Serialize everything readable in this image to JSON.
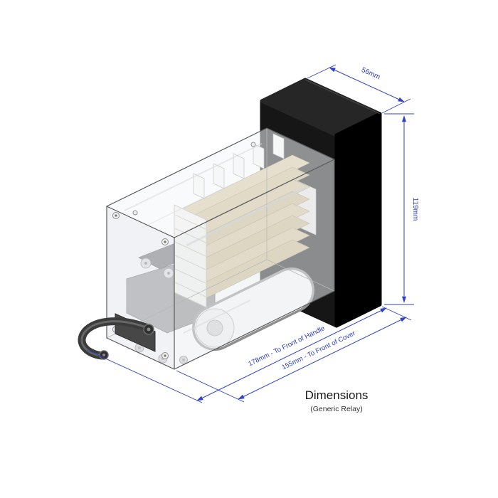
{
  "drawing": {
    "dimensions": {
      "width": "56mm",
      "height": "119mm",
      "depth_handle": "178mm - To Front of Handle",
      "depth_cover": "155mm - To Front of Cover"
    },
    "title": "Dimensions",
    "subtitle": "(Generic Relay)",
    "colors": {
      "dimension_line": "#3142c8",
      "housing_black": "#111111",
      "flange_gray": "#8d9196",
      "cover_tint": "#eef0f4",
      "contact_leaf": "#d8c49a",
      "coil_white": "#fbfbfa",
      "handle_gray": "#3c3c3c",
      "background": "#ffffff"
    }
  }
}
